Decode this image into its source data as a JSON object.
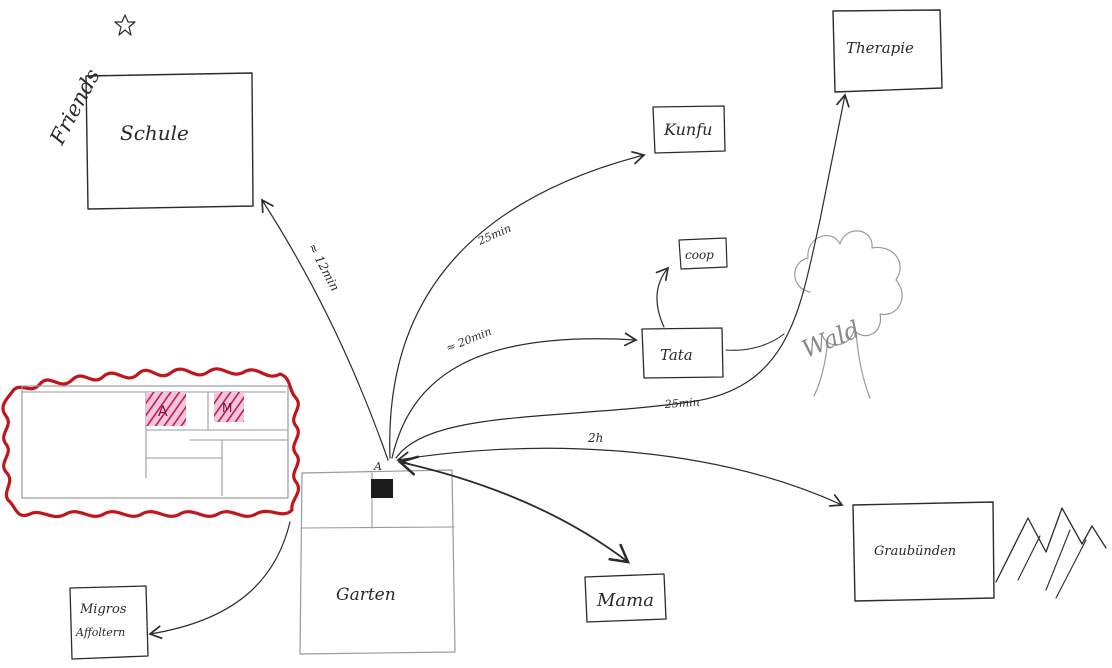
{
  "nodes": {
    "friends": "Friends",
    "schule": "Schule",
    "kungfu": "Kunfu",
    "therapie": "Therapie",
    "coop": "coop",
    "tata": "Tata",
    "wald": "Wald",
    "mama": "Mama",
    "graubuenden": "Graubünden",
    "garten": "Garten",
    "migros_line1": "Migros",
    "migros_line2": "Affoltern",
    "home_marker": "A",
    "plan_marker1": "A",
    "plan_marker2": "M"
  },
  "edges": {
    "schule": "≈ 12min",
    "kungfu": "25min",
    "tata": "≈ 20min",
    "therapie": "25min",
    "graubuenden": "2h"
  },
  "colors": {
    "ink": "#2b2b2b",
    "outline_red": "#c0151b",
    "hatch_magenta": "#c2185b"
  }
}
